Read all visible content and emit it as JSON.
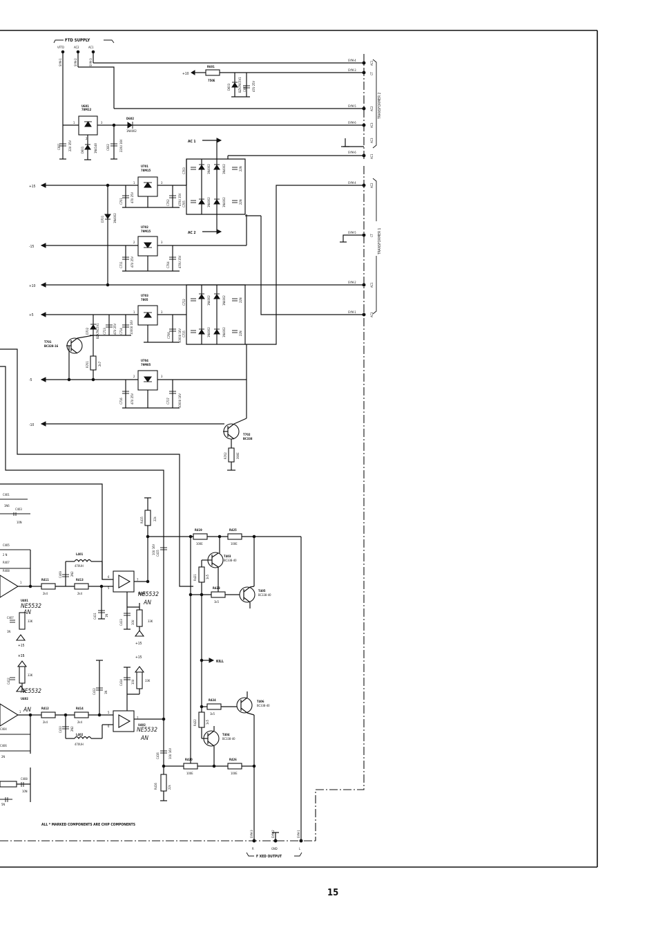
{
  "header": {
    "ftd_supply": "FTD SUPPLY",
    "vftd": "VFTD",
    "ac2": "AC2",
    "ac1": "AC1"
  },
  "transformers": {
    "t2_label": "TRANSFORMER 2",
    "t1_label": "TRANSFORMER 1",
    "t2_pins": [
      "AC1",
      "CT",
      "AC2",
      "AC3",
      "AC3"
    ],
    "t1_pins": [
      "AC1",
      "AC2",
      "CT",
      "AC1",
      "AC3"
    ],
    "t2_conns": [
      "SYM-4",
      "SYM-3",
      "SYM-5",
      "SYM-6",
      "SYM-6"
    ],
    "t1_conns": [
      "SYM-6",
      "SYM-4",
      "SYM-5",
      "SYM-2",
      "SYM-1"
    ]
  },
  "rails": {
    "p15a": "+15",
    "m15": "-15",
    "p10": "+10",
    "p5": "+5",
    "m5": "-5",
    "m10": "-10",
    "p10top": "+10"
  },
  "ac_labels": {
    "ac_1": "AC 1",
    "ac_2": "AC 2"
  },
  "regulators": {
    "u601": [
      "U601",
      "78M12"
    ],
    "u701": [
      "U701",
      "78M15"
    ],
    "u702": [
      "U702",
      "79M15"
    ],
    "u703": [
      "U703",
      "7805"
    ],
    "u704": [
      "U704",
      "79M05"
    ]
  },
  "opamps": {
    "u401a": [
      "U401",
      "NE5532",
      "AN"
    ],
    "u401b": [
      "U401",
      "NE5532",
      "AN"
    ],
    "u402a": [
      "U402",
      "NE5532",
      "AN"
    ],
    "u402b": [
      "U402",
      "NE5532",
      "AN"
    ]
  },
  "transistors": {
    "t701": [
      "T701",
      "BC328-16"
    ],
    "t702": [
      "T702",
      "BC338"
    ],
    "t403": [
      "T403",
      "BC338-40"
    ],
    "t405": [
      "T405",
      "BC338-40"
    ],
    "t404": [
      "T404",
      "BC338-40"
    ],
    "t406": [
      "T406",
      "BC338-40"
    ]
  },
  "resistors": {
    "r601": [
      "R601",
      "750E"
    ],
    "r701": [
      "R701",
      "2k7"
    ],
    "r702": [
      "R702",
      "390E"
    ],
    "r415": [
      "R415",
      "22k"
    ],
    "r416": [
      "R416",
      "22k"
    ],
    "r419": [
      "R419",
      "100E"
    ],
    "r425": [
      "R425",
      "100E"
    ],
    "r420": [
      "R420",
      "100E"
    ],
    "r426": [
      "R426",
      "100E"
    ],
    "r421": [
      "R421",
      "1k5"
    ],
    "r423": [
      "R423",
      "1k5"
    ],
    "r424": [
      "R424",
      "1k5"
    ],
    "r422": [
      "R422",
      "1k5"
    ],
    "r411": [
      "R411",
      "2k4"
    ],
    "r413": [
      "R413",
      "2k4"
    ],
    "r412": [
      "R412",
      "2k4"
    ],
    "r414": [
      "R414",
      "2k4"
    ]
  },
  "inductors": {
    "l401": [
      "L401",
      "470UH"
    ],
    "l402": [
      "L402",
      "470UH"
    ]
  },
  "diodes": {
    "d602": [
      "D602",
      "1N4002"
    ],
    "d603": [
      "D603",
      "BZX79C5V1"
    ],
    "d601": [
      "D601",
      "1N4148"
    ],
    "d701": [
      "D701",
      "1N4002"
    ],
    "bridge": [
      "1N4002",
      "1N4002",
      "1N4002",
      "1N4002"
    ]
  },
  "capacitors": {
    "c601": [
      "C601",
      "22U 35V"
    ],
    "c602": [
      "C602",
      "220U 16V"
    ],
    "c603": [
      "C603",
      "47U 25V"
    ],
    "c701": [
      "C701",
      "47U 25V"
    ],
    "c702": [
      "C702",
      "470U 35V"
    ],
    "c703": [
      "C703",
      "22N"
    ],
    "c704": [
      "C704",
      "470U 35V"
    ],
    "c705": [
      "C705",
      "22N"
    ],
    "c706": [
      "C706",
      "1000U 16V"
    ],
    "c711": [
      "C711",
      "47U 25V"
    ],
    "c712": [
      "C712",
      "22N"
    ],
    "c713": [
      "C713",
      "47U 25V"
    ],
    "c714": [
      "C714",
      "1000U 16V"
    ],
    "c715": [
      "C715",
      "22N"
    ],
    "c716": [
      "C716",
      "47U 25V"
    ],
    "c717": [
      "C717",
      "1000U 16V"
    ],
    "c415": [
      "C415",
      "10U 16V"
    ],
    "c416": [
      "C416",
      "10U 16V"
    ],
    "c411": [
      "C411",
      "1N"
    ],
    "c412": [
      "C412",
      "1N"
    ],
    "c409": [
      "C409",
      "2N2"
    ],
    "c410": [
      "C410",
      "2N2"
    ],
    "c413": [
      "C413",
      "10U"
    ],
    "c414": [
      "C414",
      "10U"
    ]
  },
  "left_edge": [
    "C401",
    "1N",
    "C403",
    "10N",
    "C405",
    "2 N",
    "R407",
    "C407",
    "R408",
    "C404",
    "C406",
    "C408",
    "5N"
  ],
  "signals": {
    "kill": "KILL",
    "plus15": "+15",
    "plus15b": "+15",
    "plus15c": "+15"
  },
  "output": {
    "label": "F XED OUTPUT",
    "pins": [
      "R",
      "GND",
      "L"
    ],
    "conns": [
      "SYM-3",
      "SYM-2",
      "SYM-1"
    ]
  },
  "note": "ALL * MARKED COMPONENTS ARE CHIP COMPONENTS",
  "page_number": "15"
}
